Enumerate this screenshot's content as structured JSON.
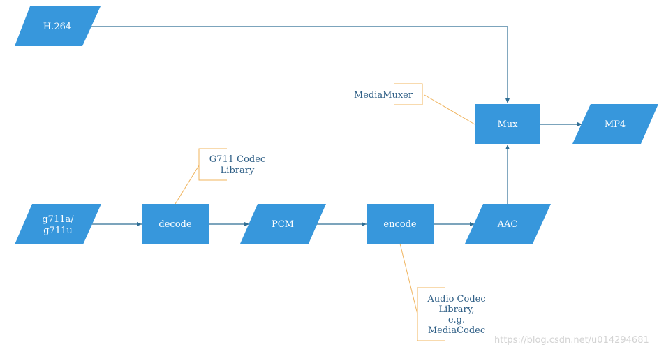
{
  "nodes": {
    "h264": "H.264",
    "mux": "Mux",
    "mp4": "MP4",
    "g711_line1": "g711a/",
    "g711_line2": "g711u",
    "decode": "decode",
    "pcm": "PCM",
    "encode": "encode",
    "aac": "AAC"
  },
  "notes": {
    "mediamuxer": "MediaMuxer",
    "g711codec_line1": "G711 Codec",
    "g711codec_line2": "Library",
    "audiocodec_line1": "Audio Codec",
    "audiocodec_line2": "Library,",
    "audiocodec_line3": "e.g.",
    "audiocodec_line4": "MediaCodec"
  },
  "watermark": "https://blog.csdn.net/u014294681",
  "colors": {
    "node_fill": "#3797dc",
    "node_text": "#ffffff",
    "edge": "#2f6e95",
    "note_line": "#f0b45e",
    "note_text": "#2f5f86",
    "watermark": "#d3d3d3"
  }
}
